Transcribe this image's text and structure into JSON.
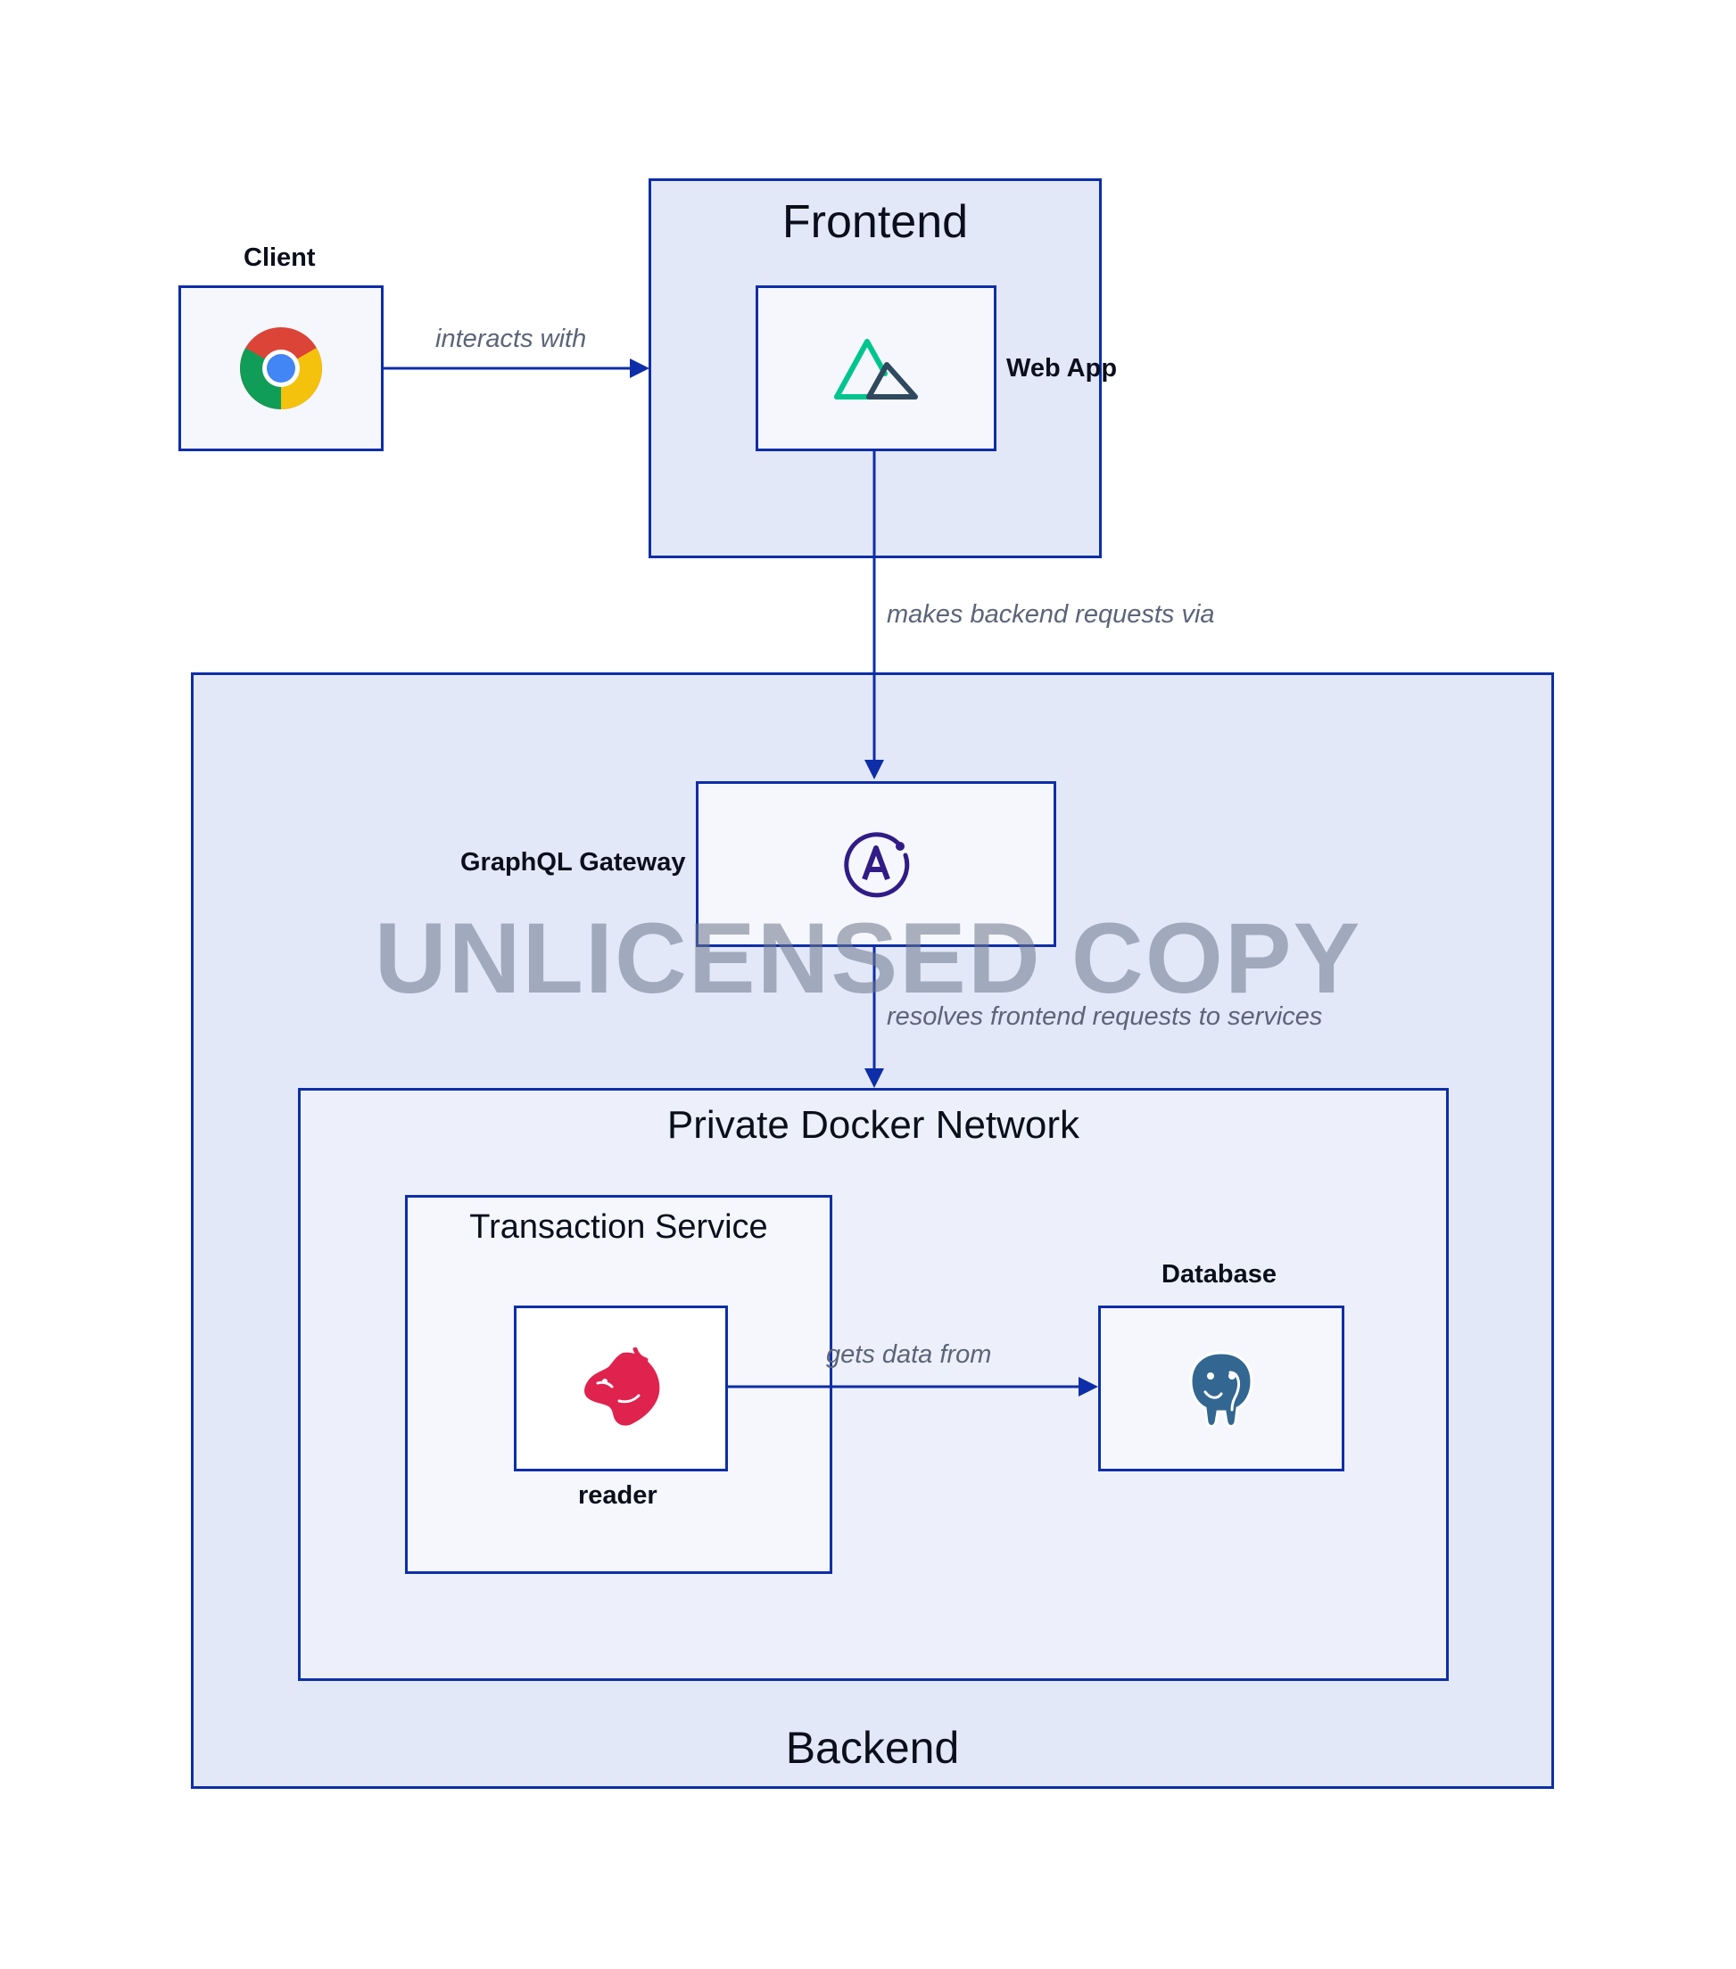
{
  "groups": {
    "frontend": "Frontend",
    "backend": "Backend",
    "docker_network": "Private Docker Network",
    "transaction_service": "Transaction Service"
  },
  "nodes": {
    "client": {
      "label": "Client",
      "icon": "chrome-icon"
    },
    "web_app": {
      "label": "Web App",
      "icon": "nuxt-icon"
    },
    "graphql_gateway": {
      "label": "GraphQL Gateway",
      "icon": "apollo-icon"
    },
    "reader": {
      "label": "reader",
      "icon": "nestjs-icon"
    },
    "database": {
      "label": "Database",
      "icon": "postgresql-icon"
    }
  },
  "edges": {
    "client_to_frontend": "interacts with",
    "webapp_to_gateway": "makes backend requests via",
    "gateway_to_docker": "resolves frontend requests to services",
    "reader_to_database": "gets data from"
  },
  "watermark": "UNLICENSED COPY",
  "colors": {
    "border": "#0d2ea8",
    "group_fill": "#e3e8f9",
    "edge_label": "#5c6478",
    "watermark": "#6c748a"
  }
}
